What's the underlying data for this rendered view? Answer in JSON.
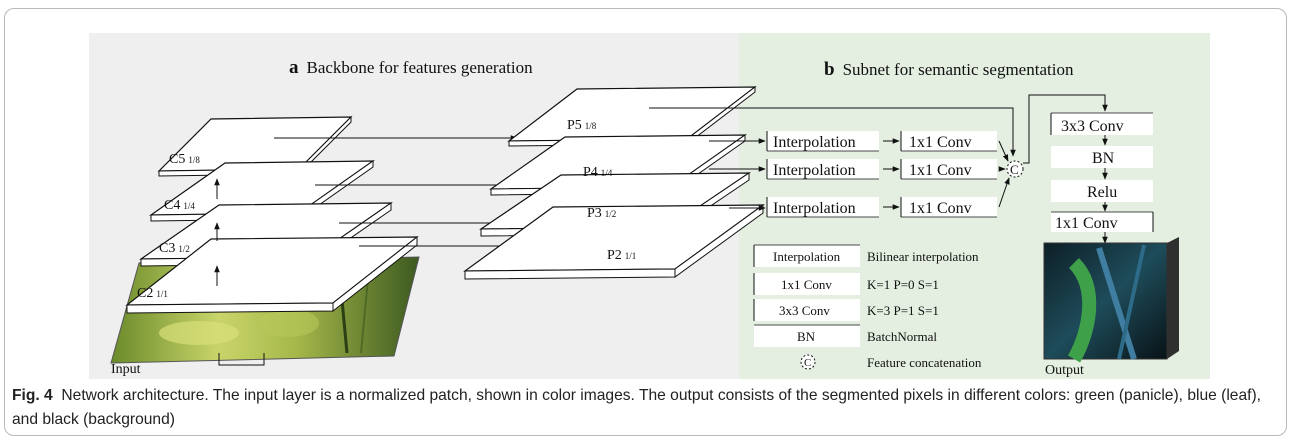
{
  "panel_a": {
    "letter": "a",
    "title": "Backbone for features generation"
  },
  "panel_b": {
    "letter": "b",
    "title": "Subnet for semantic segmentation"
  },
  "backbone_layers": [
    {
      "name": "C5",
      "scale": "1/8"
    },
    {
      "name": "C4",
      "scale": "1/4"
    },
    {
      "name": "C3",
      "scale": "1/2"
    },
    {
      "name": "C2",
      "scale": "1/1"
    }
  ],
  "pyramid_layers": [
    {
      "name": "P5",
      "scale": "1/8"
    },
    {
      "name": "P4",
      "scale": "1/4"
    },
    {
      "name": "P3",
      "scale": "1/2"
    },
    {
      "name": "P2",
      "scale": "1/1"
    }
  ],
  "input_label": "Input",
  "output_label": "Output",
  "subnet_rows": [
    {
      "interp": "Interpolation",
      "conv": "1x1 Conv"
    },
    {
      "interp": "Interpolation",
      "conv": "1x1 Conv"
    },
    {
      "interp": "Interpolation",
      "conv": "1x1 Conv"
    }
  ],
  "concat_symbol": "C",
  "head_blocks": [
    "3x3 Conv",
    "BN",
    "Relu",
    "1x1 Conv"
  ],
  "legend": [
    {
      "block": "Interpolation",
      "desc": "Bilinear interpolation"
    },
    {
      "block": "1x1 Conv",
      "desc": "K=1 P=0 S=1"
    },
    {
      "block": "3x3 Conv",
      "desc": "K=3 P=1 S=1"
    },
    {
      "block": "BN",
      "desc": "BatchNormal"
    },
    {
      "block": "C",
      "desc": "Feature concatenation"
    }
  ],
  "colors": {
    "panel_a_bg": "#efefef",
    "panel_b_bg": "#e4efe1",
    "frame_border": "#b9b9b9"
  },
  "caption": {
    "label": "Fig. 4",
    "text": "Network architecture. The input layer is a normalized patch, shown in color images. The output consists of the segmented pixels in different colors: green (panicle), blue (leaf), and black (background)"
  }
}
